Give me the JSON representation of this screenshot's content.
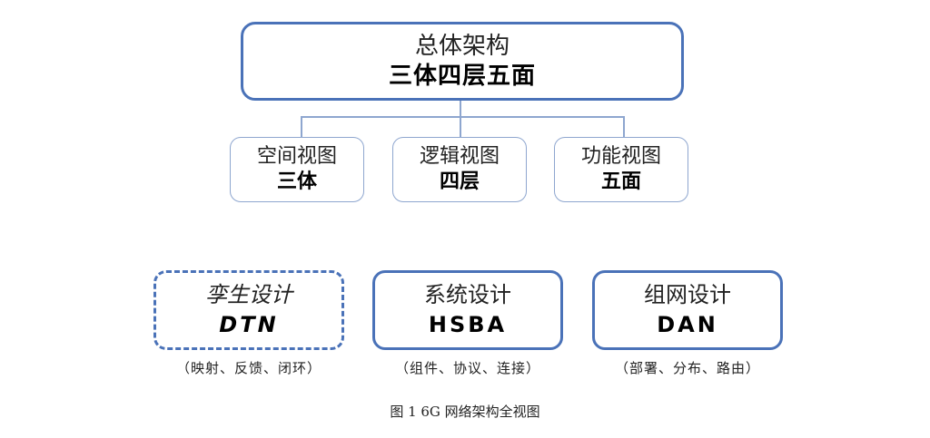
{
  "overall": {
    "title": "总体架构",
    "subtitle": "三体四层五面"
  },
  "views": [
    {
      "title": "空间视图",
      "subtitle": "三体"
    },
    {
      "title": "逻辑视图",
      "subtitle": "四层"
    },
    {
      "title": "功能视图",
      "subtitle": "五面"
    }
  ],
  "designs": [
    {
      "title": "孪生设计",
      "acronym": "DTN",
      "note": "（映射、反馈、闭环）",
      "style": "dashed"
    },
    {
      "title": "系统设计",
      "acronym": "HSBA",
      "note": "（组件、协议、连接）",
      "style": "solid"
    },
    {
      "title": "组网设计",
      "acronym": "DAN",
      "note": "（部署、分布、路由）",
      "style": "solid"
    }
  ],
  "caption": "图 1   6G 网络架构全视图",
  "colors": {
    "border": "#4a72b8",
    "connector": "#8ea6cf"
  }
}
